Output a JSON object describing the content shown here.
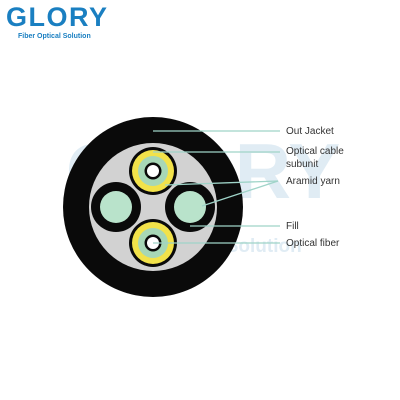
{
  "logo": {
    "brand": "GLORY",
    "tagline": "Fiber Optical Solution",
    "brand_color": "#1a7fc1",
    "tagline_color": "#1a7fc1"
  },
  "watermark": {
    "brand": "GLORY",
    "tagline": "Fiber Optical Solution",
    "color": "#dbe9f3"
  },
  "diagram": {
    "labels": [
      {
        "id": "out-jacket",
        "lines": [
          "Out Jacket"
        ]
      },
      {
        "id": "optical-cable-subunit",
        "lines": [
          "Optical cable",
          "subunit"
        ]
      },
      {
        "id": "aramid-yarn",
        "lines": [
          "Aramid yarn"
        ]
      },
      {
        "id": "fill",
        "lines": [
          "Fill"
        ]
      },
      {
        "id": "optical-fiber",
        "lines": [
          "Optical fiber"
        ]
      }
    ],
    "colors": {
      "jacket": "#0a0a0a",
      "inner_fill": "#d2d2d2",
      "leader_line": "#9fd4c8",
      "subunit_yellow": "#f2e24a",
      "subunit_green": "#a7d7b6",
      "fill_rod": "#b9e3cb"
    }
  }
}
